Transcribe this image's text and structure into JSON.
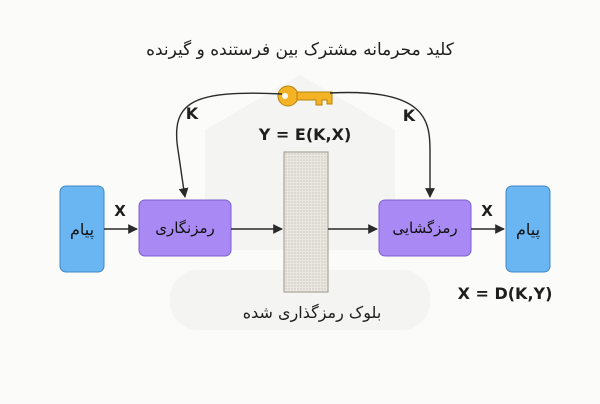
{
  "title": "کلید محرمانه مشترک بین فرستنده و گیرنده",
  "k_left": "K",
  "k_right": "K",
  "x_label_1": "X",
  "x_label_2": "X",
  "encrypt_formula": "Y = E(K,X)",
  "decrypt_formula": "X = D(K,Y)",
  "sender_message": "پیام",
  "receiver_message": "پیام",
  "encryptor": "رمزنگاری",
  "decryptor": "رمزگشایی",
  "cipher_block_caption": "بلوک رمزگذاری شده",
  "colors": {
    "message_fill": "#6ab6f2",
    "process_fill": "#a98af5",
    "key_fill": "#f3b324",
    "line": "#2a2a2a"
  }
}
